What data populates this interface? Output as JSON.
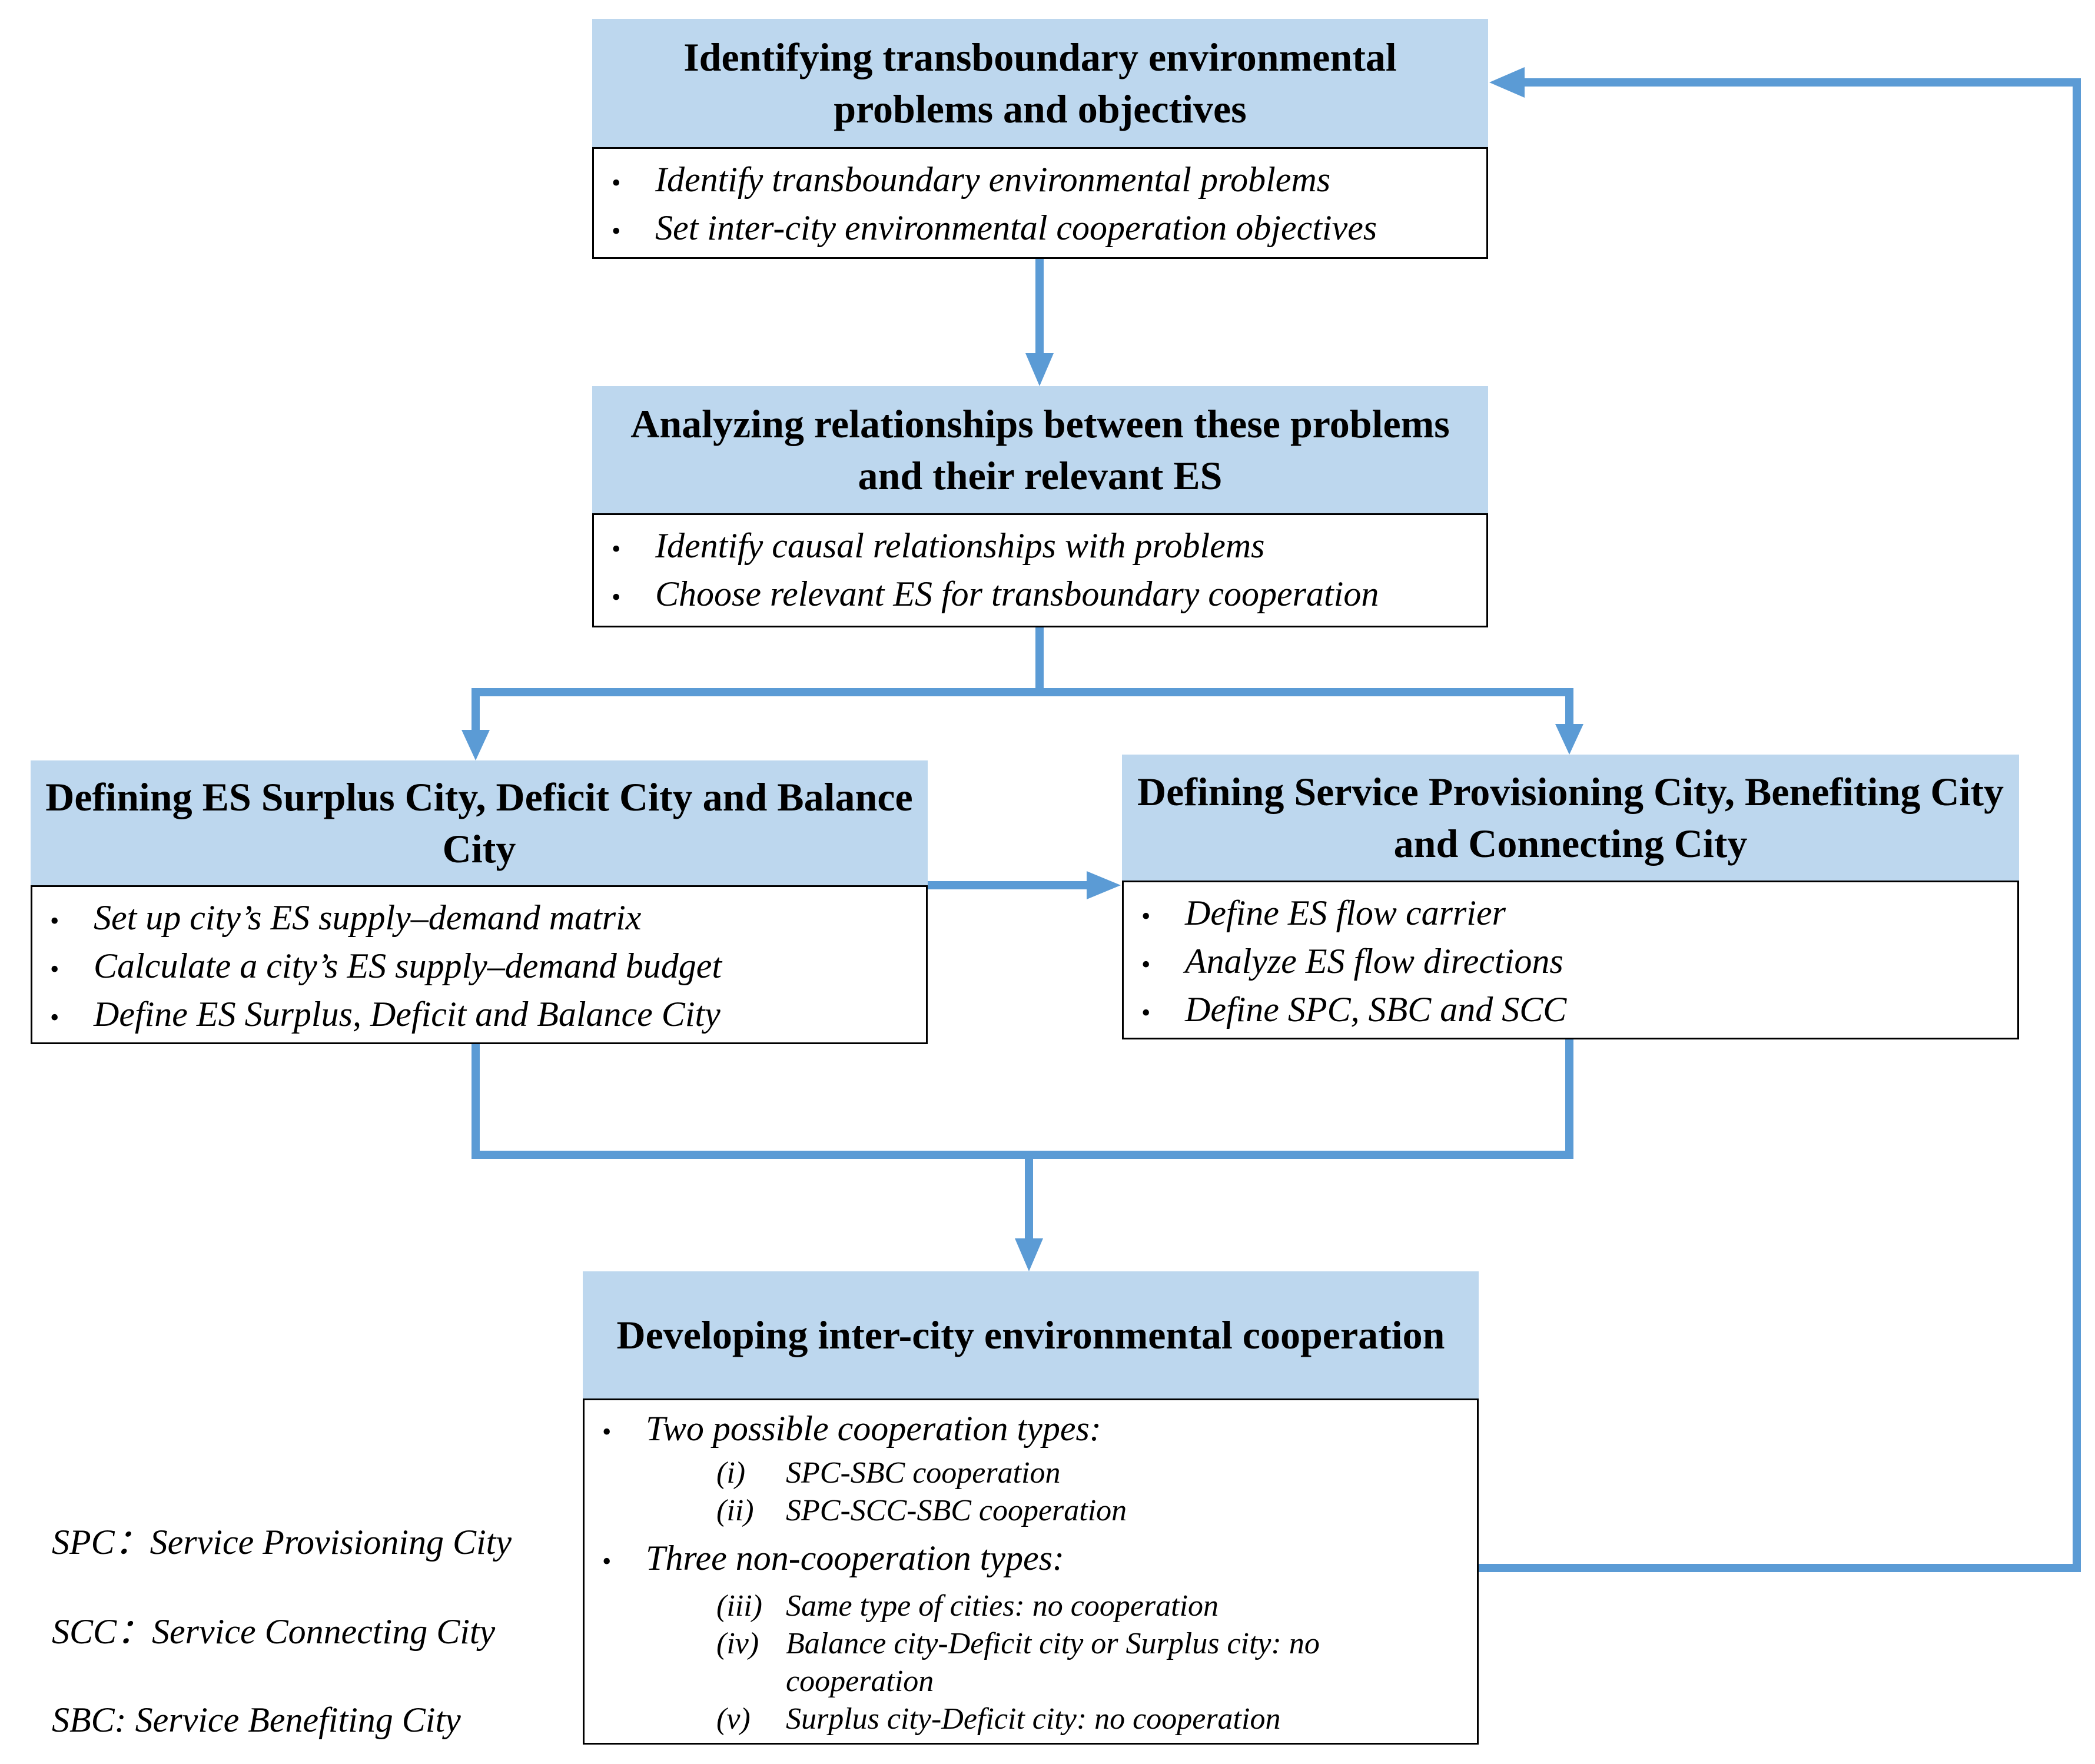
{
  "colors": {
    "header_fill": "#bdd7ee",
    "connector": "#5b9bd5",
    "border": "#000000"
  },
  "boxes": {
    "identify": {
      "title": "Identifying transboundary environmental problems and objectives",
      "items": [
        "Identify transboundary environmental problems",
        "Set inter-city environmental cooperation objectives"
      ]
    },
    "analyze": {
      "title": "Analyzing relationships between these problems and their relevant ES",
      "items": [
        "Identify causal relationships with problems",
        "Choose relevant ES for transboundary cooperation"
      ]
    },
    "surplus": {
      "title": "Defining ES Surplus City, Deficit City and Balance City",
      "items": [
        "Set up city’s ES supply–demand matrix",
        "Calculate a city’s ES supply–demand budget",
        "Define ES Surplus, Deficit and Balance City"
      ]
    },
    "provisioning": {
      "title": "Defining Service Provisioning City, Benefiting City and Connecting City",
      "items": [
        "Define ES flow carrier",
        "Analyze ES flow directions",
        "Define SPC, SBC and SCC"
      ]
    },
    "develop": {
      "title": "Developing inter-city environmental cooperation",
      "groups": [
        {
          "label": "Two possible cooperation types:",
          "subs": [
            {
              "num": "(i)",
              "text": "SPC-SBC cooperation"
            },
            {
              "num": "(ii)",
              "text": "SPC-SCC-SBC cooperation"
            }
          ]
        },
        {
          "label": "Three non-cooperation types:",
          "subs": [
            {
              "num": "(iii)",
              "text": "Same type of cities: no cooperation"
            },
            {
              "num": "(iv)",
              "text": "Balance city-Deficit city or Surplus city: no cooperation"
            },
            {
              "num": "(v)",
              "text": "Surplus city-Deficit city: no cooperation"
            }
          ]
        }
      ]
    }
  },
  "legend": [
    "SPC：Service Provisioning City",
    "SCC：Service Connecting City",
    "SBC: Service Benefiting City"
  ]
}
